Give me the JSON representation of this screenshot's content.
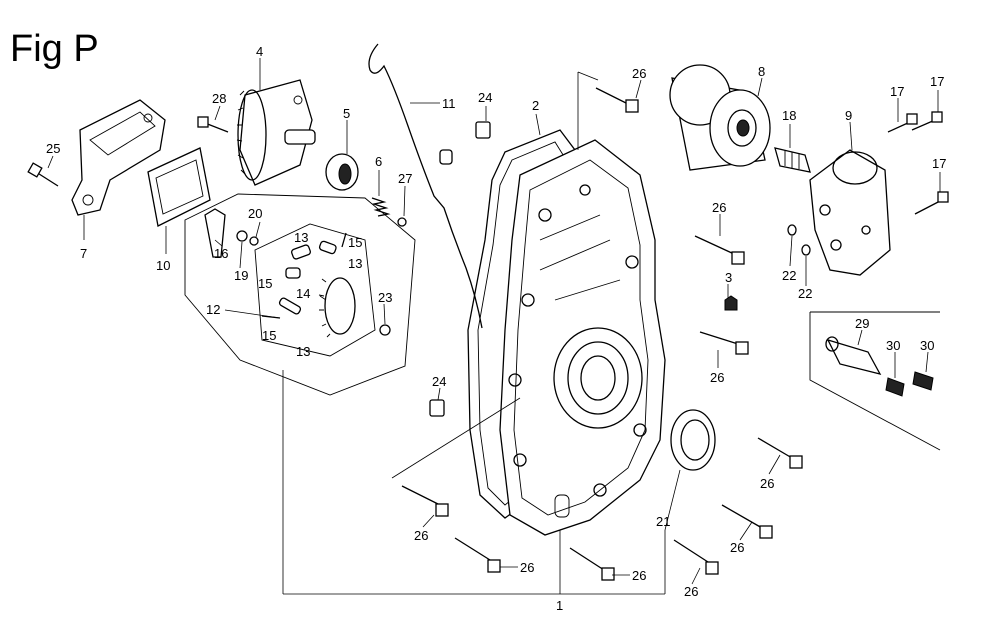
{
  "figure": {
    "title": "Fig P"
  },
  "callouts": {
    "n1": "1",
    "n2": "2",
    "n3": "3",
    "n4": "4",
    "n5": "5",
    "n6": "6",
    "n7": "7",
    "n8": "8",
    "n9": "9",
    "n10": "10",
    "n11": "11",
    "n12": "12",
    "n13": "13",
    "n14": "14",
    "n15": "15",
    "n16": "16",
    "n17": "17",
    "n18": "18",
    "n19": "19",
    "n20": "20",
    "n21": "21",
    "n22": "22",
    "n23": "23",
    "n24": "24",
    "n25": "25",
    "n26": "26",
    "n27": "27",
    "n28": "28",
    "n29": "29",
    "n30": "30"
  }
}
